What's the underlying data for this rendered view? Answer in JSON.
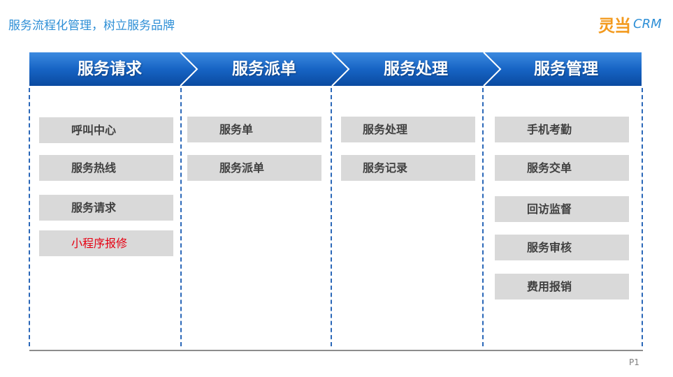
{
  "slide_title": "服务流程化管理，树立服务品牌",
  "logo": {
    "mark": "灵当",
    "sub": "CRM"
  },
  "stages": [
    {
      "label": "服务请求",
      "items": [
        "呼叫中心",
        "服务热线",
        "服务请求",
        "小程序报修"
      ]
    },
    {
      "label": "服务派单",
      "items": [
        "服务单",
        "服务派单"
      ]
    },
    {
      "label": "服务处理",
      "items": [
        "服务处理",
        "服务记录"
      ]
    },
    {
      "label": "服务管理",
      "items": [
        "手机考勤",
        "服务交单",
        "回访监督",
        "服务审核",
        "费用报销"
      ]
    }
  ],
  "highlight_color": "#e60012",
  "header_gradient": [
    "#2f7ed8",
    "#0b4fa8"
  ],
  "page_number": "P1"
}
